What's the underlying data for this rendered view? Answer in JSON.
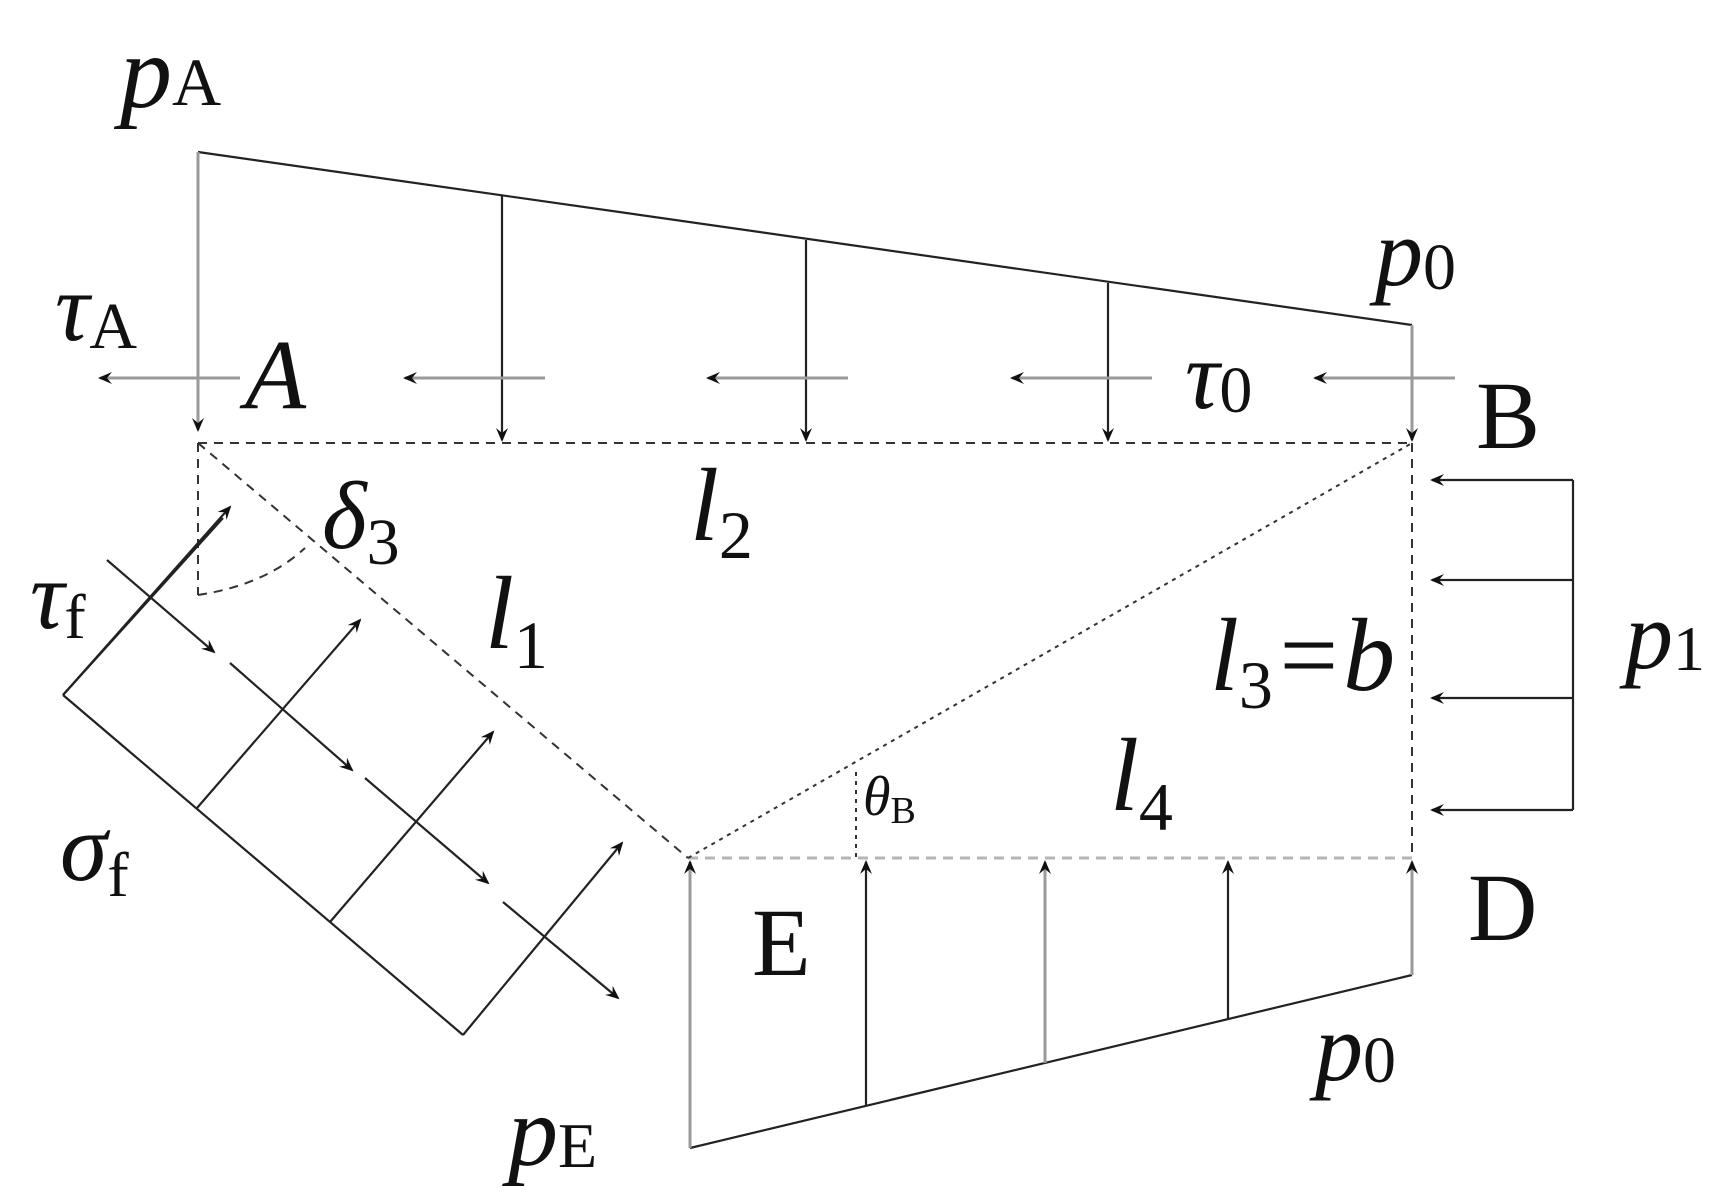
{
  "labels": {
    "pA_main": "p",
    "pA_sub": "A",
    "p0_top_main": "p",
    "p0_top_sub": "0",
    "tauA_main": "τ",
    "tauA_sub": "A",
    "A": "A",
    "tau0_main": "τ",
    "tau0_sub": "0",
    "B": "B",
    "delta3_main": "δ",
    "delta3_sub": "3",
    "l2_main": "l",
    "l2_sub": "2",
    "tauf_main": "τ",
    "tauf_sub": "f",
    "l1_main": "l",
    "l1_sub": "1",
    "l3_main": "l",
    "l3_sub": "3",
    "l3_rest": "=b",
    "p1_main": "p",
    "p1_sub": "1",
    "thetaB_main": "θ",
    "thetaB_sub": "B",
    "l4_main": "l",
    "l4_sub": "4",
    "sigmaf_main": "σ",
    "sigmaf_sub": "f",
    "E": "E",
    "D": "D",
    "p0_bot_main": "p",
    "p0_bot_sub": "0",
    "pE_main": "p",
    "pE_sub": "E"
  },
  "colors": {
    "line": "#222222",
    "grey_line": "#9a9a9a",
    "text": "#111111"
  }
}
